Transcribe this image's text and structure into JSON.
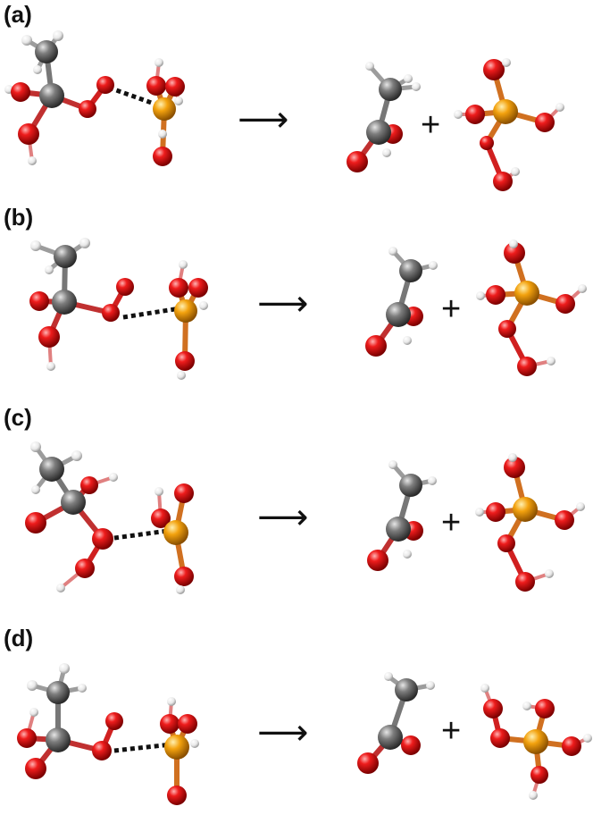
{
  "colors": {
    "carbon": "#7a7a7a",
    "oxygen": "#e61b1b",
    "phosphorus": "#f2a310",
    "hydrogen": "#f4f4f4",
    "arrow": "#111111"
  },
  "panels": [
    {
      "label": "(a)",
      "arrow": "⟶",
      "plus": "+"
    },
    {
      "label": "(b)",
      "arrow": "⟶",
      "plus": "+"
    },
    {
      "label": "(c)",
      "arrow": "⟶",
      "plus": "+"
    },
    {
      "label": "(d)",
      "arrow": "⟶",
      "plus": "+"
    }
  ]
}
